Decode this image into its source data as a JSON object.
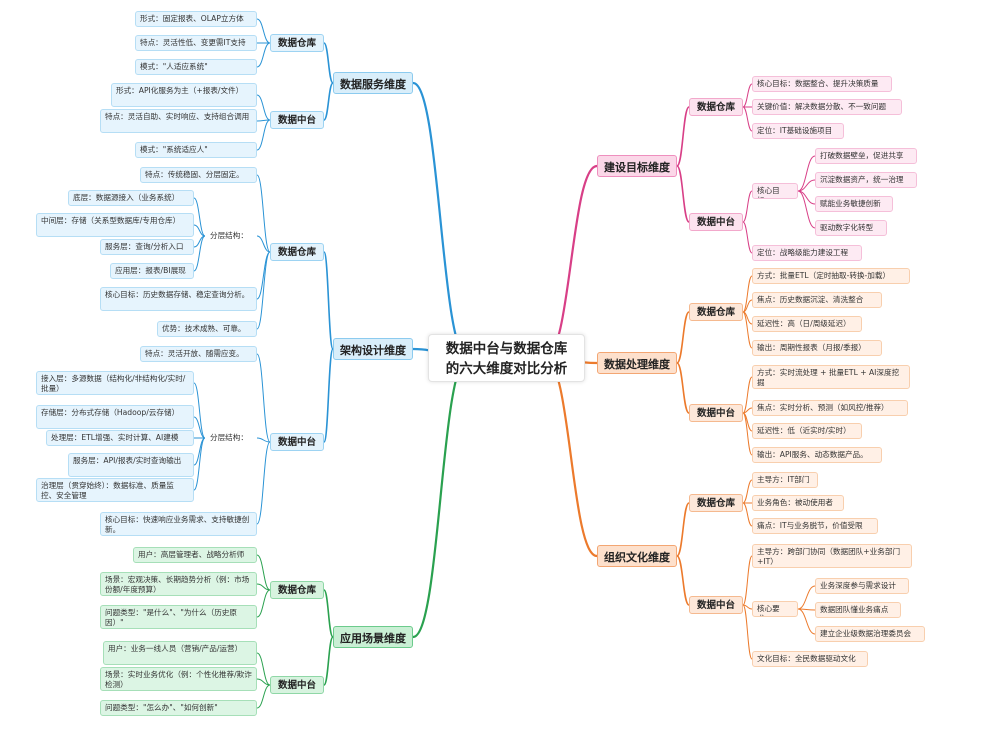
{
  "center": {
    "title_line1": "数据中台与数据仓库",
    "title_line2": "的六大维度对比分析"
  },
  "colors": {
    "blue": "#2a93d5",
    "pink": "#d83f87",
    "orange": "#ec7a2c",
    "green": "#2aa14f"
  },
  "left": {
    "service": {
      "title": "数据服务维度",
      "dw": {
        "label": "数据仓库",
        "items": [
          "形式：固定报表、OLAP立方体",
          "特点：灵活性低、变更需IT支持",
          "模式：\"人适应系统\""
        ]
      },
      "dm": {
        "label": "数据中台",
        "items": [
          "形式：API化服务为主（+报表/文件）",
          "特点：灵活自助、实时响应、支持组合调用",
          "模式：\"系统适应人\""
        ]
      }
    },
    "arch": {
      "title": "架构设计维度",
      "dw": {
        "label": "数据仓库",
        "feature": "特点：传统稳固、分层固定。",
        "layered_label": "分层结构：",
        "layers": [
          "底层：数据源接入（业务系统）",
          "中间层：存储（关系型数据库/专用仓库）",
          "服务层：查询/分析入口",
          "应用层：报表/BI展现"
        ],
        "core": "核心目标：历史数据存储、稳定查询分析。",
        "advantage": "优势：技术成熟、可靠。"
      },
      "dm": {
        "label": "数据中台",
        "feature": "特点：灵活开放、随需应变。",
        "layered_label": "分层结构：",
        "layers": [
          "接入层：多源数据（结构化/非结构化/实时/批量）",
          "存储层：分布式存储（Hadoop/云存储）",
          "处理层：ETL增强、实时计算、AI建模",
          "服务层：API/报表/实时查询输出",
          "治理层（贯穿始终）：数据标准、质量监控、安全管理"
        ],
        "core": "核心目标：快速响应业务需求、支持敏捷创新。"
      }
    },
    "scene": {
      "title": "应用场景维度",
      "dw": {
        "label": "数据仓库",
        "items": [
          "用户：高层管理者、战略分析师",
          "场景：宏观决策、长期趋势分析（例：市场份额/年度预算）",
          "问题类型：\"是什么\"、\"为什么（历史原因）\""
        ]
      },
      "dm": {
        "label": "数据中台",
        "items": [
          "用户：业务一线人员（营销/产品/运营）",
          "场景：实时业务优化（例：个性化推荐/欺诈检测）",
          "问题类型：\"怎么办\"、\"如何创新\""
        ]
      }
    }
  },
  "right": {
    "goal": {
      "title": "建设目标维度",
      "dw": {
        "label": "数据仓库",
        "items": [
          "核心目标：数据整合、提升决策质量",
          "关键价值：解决数据分散、不一致问题",
          "定位：IT基础设施项目"
        ]
      },
      "dm": {
        "label": "数据中台",
        "core_label": "核心目标：",
        "core_items": [
          "打破数据壁垒，促进共享",
          "沉淀数据资产，统一治理",
          "赋能业务敏捷创新",
          "驱动数字化转型"
        ],
        "position": "定位：战略级能力建设工程"
      }
    },
    "process": {
      "title": "数据处理维度",
      "dw": {
        "label": "数据仓库",
        "items": [
          "方式：批量ETL（定时抽取-转换-加载）",
          "焦点：历史数据沉淀、清洗整合",
          "延迟性：高（日/周级延迟）",
          "输出：周期性报表（月报/季报）"
        ]
      },
      "dm": {
        "label": "数据中台",
        "items": [
          "方式：实时流处理 + 批量ETL + AI深度挖掘",
          "焦点：实时分析、预测（如风控/推荐）",
          "延迟性：低（近实时/实时）",
          "输出：API服务、动态数据产品。"
        ]
      }
    },
    "culture": {
      "title": "组织文化维度",
      "dw": {
        "label": "数据仓库",
        "items": [
          "主导方：IT部门",
          "业务角色：被动使用者",
          "痛点：IT与业务脱节，价值受限"
        ]
      },
      "dm": {
        "label": "数据中台",
        "lead": "主导方：跨部门协同（数据团队+业务部门+IT）",
        "core_label": "核心要求：",
        "core_items": [
          "业务深度参与需求设计",
          "数据团队懂业务痛点",
          "建立企业级数据治理委员会"
        ],
        "culture": "文化目标：全民数据驱动文化"
      }
    }
  }
}
